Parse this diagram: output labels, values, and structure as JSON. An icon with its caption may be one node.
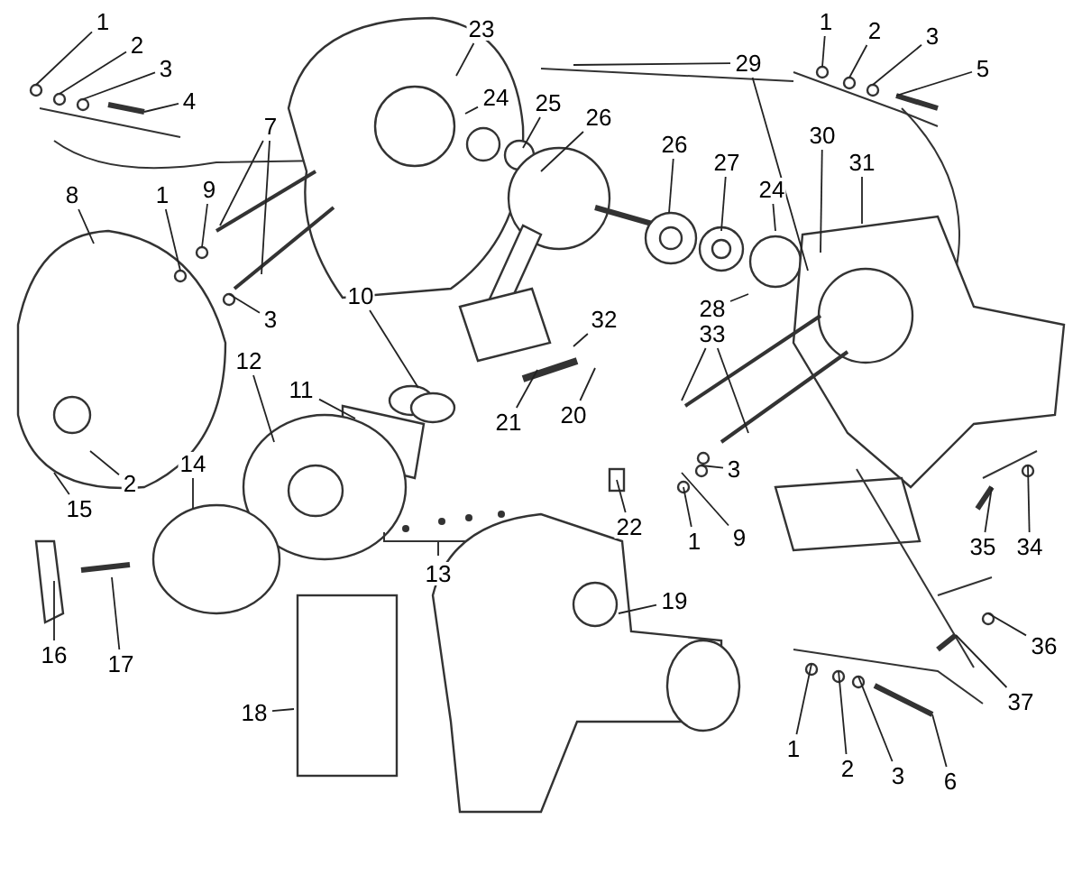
{
  "diagram": {
    "nodes": [
      {
        "text": [
          "1"
        ]
      },
      {
        "text": [
          "2"
        ]
      },
      {
        "text": [
          "3"
        ]
      },
      {
        "text": [
          "4"
        ]
      },
      {
        "text": [
          "23"
        ]
      },
      {
        "text": [
          "1"
        ]
      },
      {
        "text": [
          "2"
        ]
      },
      {
        "text": [
          "3"
        ]
      },
      {
        "text": [
          "29"
        ]
      },
      {
        "text": [
          "5"
        ]
      },
      {
        "text": [
          "24"
        ]
      },
      {
        "text": [
          "25"
        ]
      },
      {
        "text": [
          "26"
        ]
      },
      {
        "text": [
          "7"
        ]
      },
      {
        "text": [
          "30"
        ]
      },
      {
        "text": [
          "26"
        ]
      },
      {
        "text": [
          "27"
        ]
      },
      {
        "text": [
          "31"
        ]
      },
      {
        "text": [
          "24"
        ]
      },
      {
        "text": [
          "8"
        ]
      },
      {
        "text": [
          "1"
        ]
      },
      {
        "text": [
          "9"
        ]
      },
      {
        "text": [
          "10"
        ]
      },
      {
        "text": [
          "28"
        ]
      },
      {
        "text": [
          "32"
        ]
      },
      {
        "text": [
          "3"
        ]
      },
      {
        "text": [
          "33"
        ]
      },
      {
        "text": [
          "12"
        ]
      },
      {
        "text": [
          "11"
        ]
      },
      {
        "text": [
          "20"
        ]
      },
      {
        "text": [
          "21"
        ]
      },
      {
        "text": [
          "14"
        ]
      },
      {
        "text": [
          "3"
        ]
      },
      {
        "text": [
          "2"
        ]
      },
      {
        "text": [
          "15"
        ]
      },
      {
        "text": [
          "22"
        ]
      },
      {
        "text": [
          "9"
        ]
      },
      {
        "text": [
          "1"
        ]
      },
      {
        "text": [
          "35"
        ]
      },
      {
        "text": [
          "34"
        ]
      },
      {
        "text": [
          "13"
        ]
      },
      {
        "text": [
          "19"
        ]
      },
      {
        "text": [
          "36"
        ]
      },
      {
        "text": [
          "16"
        ]
      },
      {
        "text": [
          "17"
        ]
      },
      {
        "text": [
          "37"
        ]
      },
      {
        "text": [
          "18"
        ]
      },
      {
        "text": [
          "1"
        ]
      },
      {
        "text": [
          "2"
        ]
      },
      {
        "text": [
          "3"
        ]
      },
      {
        "text": [
          "6"
        ]
      }
    ],
    "edges": [
      {
        "from": 0,
        "to": null,
        "arrow": "none"
      },
      {
        "from": 1,
        "to": null,
        "arrow": "none"
      },
      {
        "from": 2,
        "to": null,
        "arrow": "none"
      },
      {
        "from": 3,
        "to": null,
        "arrow": "none"
      },
      {
        "from": 4,
        "to": null,
        "arrow": "none"
      },
      {
        "from": 5,
        "to": null,
        "arrow": "none"
      },
      {
        "from": 6,
        "to": null,
        "arrow": "none"
      },
      {
        "from": 7,
        "to": null,
        "arrow": "none"
      },
      {
        "from": 8,
        "to": null,
        "arrow": "none"
      },
      {
        "from": 8,
        "to": null,
        "arrow": "none"
      },
      {
        "from": 9,
        "to": null,
        "arrow": "none"
      },
      {
        "from": 10,
        "to": null,
        "arrow": "none"
      },
      {
        "from": 11,
        "to": null,
        "arrow": "none"
      },
      {
        "from": 12,
        "to": null,
        "arrow": "none"
      },
      {
        "from": 13,
        "to": null,
        "arrow": "none"
      },
      {
        "from": 13,
        "to": null,
        "arrow": "none"
      },
      {
        "from": 14,
        "to": null,
        "arrow": "none"
      },
      {
        "from": 15,
        "to": null,
        "arrow": "none"
      },
      {
        "from": 16,
        "to": null,
        "arrow": "none"
      },
      {
        "from": 17,
        "to": null,
        "arrow": "none"
      },
      {
        "from": 18,
        "to": null,
        "arrow": "none"
      },
      {
        "from": 19,
        "to": null,
        "arrow": "none"
      },
      {
        "from": 20,
        "to": null,
        "arrow": "none"
      },
      {
        "from": 21,
        "to": null,
        "arrow": "none"
      },
      {
        "from": 22,
        "to": null,
        "arrow": "none"
      },
      {
        "from": 23,
        "to": null,
        "arrow": "none"
      },
      {
        "from": 24,
        "to": null,
        "arrow": "none"
      },
      {
        "from": 25,
        "to": null,
        "arrow": "none"
      },
      {
        "from": 26,
        "to": null,
        "arrow": "none"
      },
      {
        "from": 26,
        "to": null,
        "arrow": "none"
      },
      {
        "from": 27,
        "to": null,
        "arrow": "none"
      },
      {
        "from": 28,
        "to": null,
        "arrow": "none"
      },
      {
        "from": 29,
        "to": null,
        "arrow": "none"
      },
      {
        "from": 30,
        "to": null,
        "arrow": "none"
      },
      {
        "from": 31,
        "to": null,
        "arrow": "none"
      },
      {
        "from": 32,
        "to": null,
        "arrow": "none"
      },
      {
        "from": 33,
        "to": null,
        "arrow": "none"
      },
      {
        "from": 34,
        "to": null,
        "arrow": "none"
      },
      {
        "from": 35,
        "to": null,
        "arrow": "none"
      },
      {
        "from": 36,
        "to": null,
        "arrow": "none"
      },
      {
        "from": 37,
        "to": null,
        "arrow": "none"
      },
      {
        "from": 38,
        "to": null,
        "arrow": "none"
      },
      {
        "from": 39,
        "to": null,
        "arrow": "none"
      },
      {
        "from": 41,
        "to": null,
        "arrow": "none"
      },
      {
        "from": 42,
        "to": null,
        "arrow": "none"
      },
      {
        "from": 43,
        "to": null,
        "arrow": "none"
      },
      {
        "from": 44,
        "to": null,
        "arrow": "none"
      },
      {
        "from": 45,
        "to": null,
        "arrow": "none"
      },
      {
        "from": 46,
        "to": null,
        "arrow": "none"
      },
      {
        "from": 47,
        "to": null,
        "arrow": "none"
      },
      {
        "from": 48,
        "to": null,
        "arrow": "none"
      },
      {
        "from": 49,
        "to": null,
        "arrow": "none"
      },
      {
        "from": 50,
        "to": null,
        "arrow": "none"
      }
    ]
  }
}
